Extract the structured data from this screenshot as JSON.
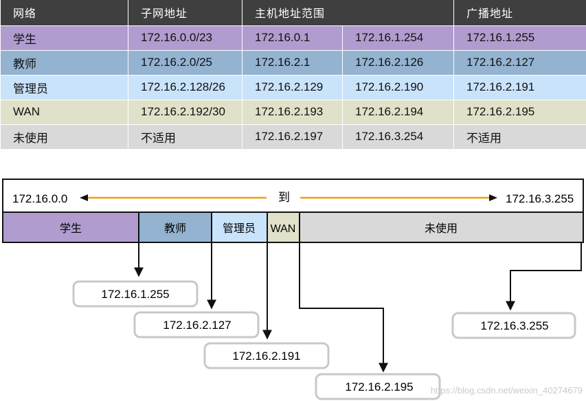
{
  "table": {
    "headers": [
      "网络",
      "子网地址",
      "主机地址范围",
      "",
      "广播地址"
    ],
    "rows": [
      {
        "network": "学生",
        "subnet": "172.16.0.0/23",
        "first": "172.16.0.1",
        "last": "172.16.1.254",
        "broadcast": "172.16.1.255"
      },
      {
        "network": "教师",
        "subnet": "172.16.2.0/25",
        "first": "172.16.2.1",
        "last": "172.16.2.126",
        "broadcast": "172.16.2.127"
      },
      {
        "network": "管理员",
        "subnet": "172.16.2.128/26",
        "first": "172.16.2.129",
        "last": "172.16.2.190",
        "broadcast": "172.16.2.191"
      },
      {
        "network": "WAN",
        "subnet": "172.16.2.192/30",
        "first": "172.16.2.193",
        "last": "172.16.2.194",
        "broadcast": "172.16.2.195"
      },
      {
        "network": "未使用",
        "subnet": "不适用",
        "first": "172.16.2.197",
        "last": "172.16.3.254",
        "broadcast": "不适用"
      }
    ]
  },
  "diagram": {
    "range_start": "172.16.0.0",
    "range_to": "到",
    "range_end": "172.16.3.255",
    "segments": [
      {
        "label": "学生",
        "color": "#b09cce"
      },
      {
        "label": "教师",
        "color": "#93b3d1"
      },
      {
        "label": "管理员",
        "color": "#c9e3fb"
      },
      {
        "label": "WAN",
        "color": "#e0e1c8"
      },
      {
        "label": "未使用",
        "color": "#d9d9d9"
      }
    ],
    "callouts": [
      "172.16.1.255",
      "172.16.2.127",
      "172.16.2.191",
      "172.16.2.195",
      "172.16.3.255"
    ],
    "arrow_color": "#f0a000"
  },
  "watermark": "https://blog.csdn.net/weixin_40274679"
}
